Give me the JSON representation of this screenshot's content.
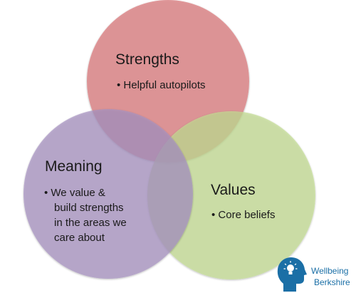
{
  "diagram": {
    "type": "venn",
    "circles": [
      {
        "id": "strengths",
        "title": "Strengths",
        "bullets": [
          "Helpful autopilots"
        ],
        "color": "#dd8b8d"
      },
      {
        "id": "values",
        "title": "Values",
        "bullets": [
          "Core beliefs"
        ],
        "color": "#c3dc93"
      },
      {
        "id": "meaning",
        "title": "Meaning",
        "bullets": [
          "We value &",
          "build strengths",
          "in the areas we",
          "care about"
        ],
        "color": "#a893c2"
      }
    ]
  },
  "logo": {
    "line1": "Wellbeing",
    "line2": "Berkshire",
    "icon": "head-with-lightbulb-icon",
    "color": "#1b6fa6"
  }
}
